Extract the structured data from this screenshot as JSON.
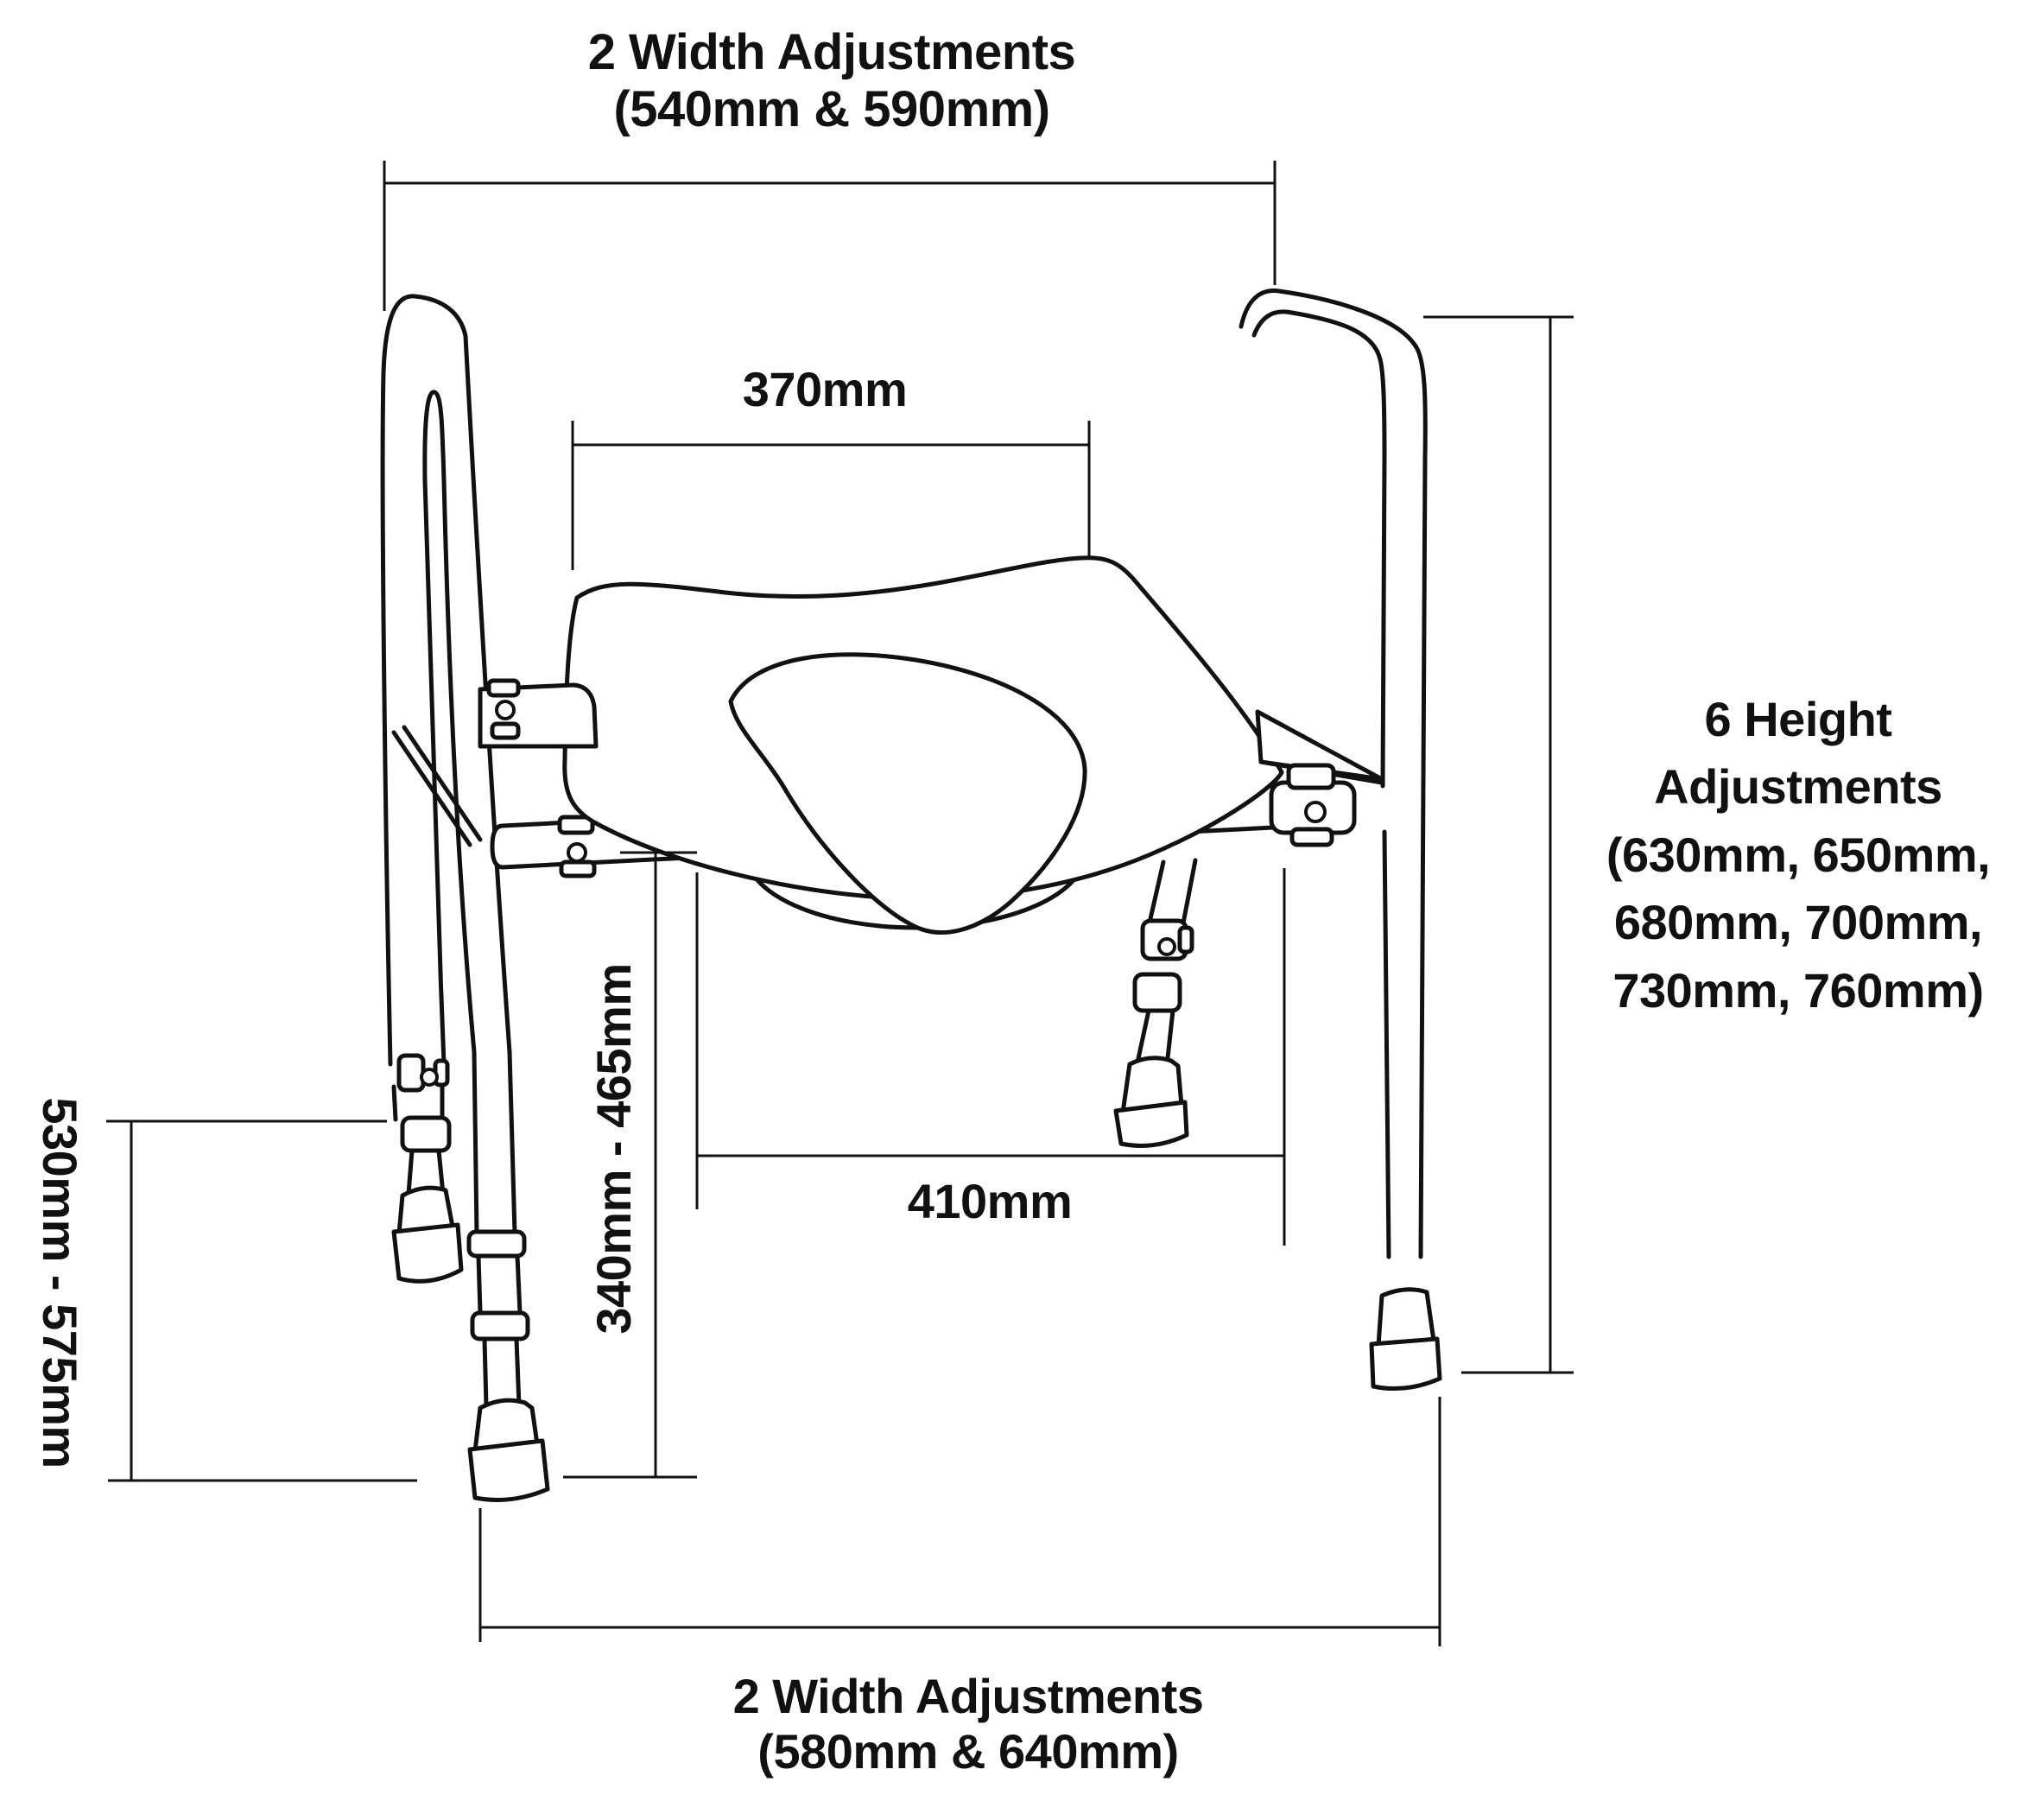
{
  "page": {
    "background_color": "#ffffff",
    "ink_color": "#111111"
  },
  "labels": {
    "top_width": {
      "text": "2 Width Adjustments\n(540mm & 590mm)"
    },
    "seat_width": {
      "text": "370mm"
    },
    "height_adjustments": {
      "text": "6 Height\nAdjustments\n(630mm, 650mm,\n680mm, 700mm,\n730mm, 760mm)"
    },
    "left_leg_height": {
      "text": "530mm - 575mm"
    },
    "seat_height_range": {
      "text": "340mm - 465mm"
    },
    "base_inner_width": {
      "text": "410mm"
    },
    "bottom_width": {
      "text": "2 Width Adjustments\n(580mm & 640mm)"
    }
  }
}
